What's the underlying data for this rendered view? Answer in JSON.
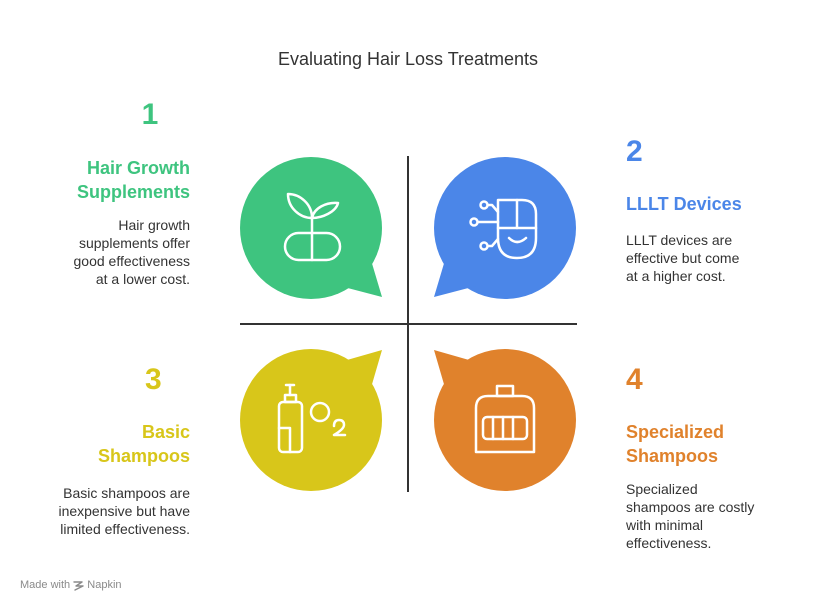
{
  "title": "Evaluating Hair Loss Treatments",
  "quadrants": [
    {
      "number": "1",
      "heading_line1": "Hair Growth",
      "heading_line2": "Supplements",
      "desc_lines": [
        "Hair growth",
        "supplements offer",
        "good effectiveness",
        "at a lower cost."
      ],
      "color": "#3ec47f",
      "icon": "plant-capsule-icon"
    },
    {
      "number": "2",
      "heading_line1": "LLLT Devices",
      "heading_line2": "",
      "desc_lines": [
        "LLLT devices are",
        "effective but come",
        "at a higher cost."
      ],
      "color": "#4b86e8",
      "icon": "laser-helmet-icon"
    },
    {
      "number": "3",
      "heading_line1": "Basic",
      "heading_line2": "Shampoos",
      "desc_lines": [
        "Basic shampoos are",
        "inexpensive but have",
        "limited effectiveness."
      ],
      "color": "#d8c61a",
      "icon": "shampoo-bottle-oxygen-icon"
    },
    {
      "number": "4",
      "heading_line1": "Specialized",
      "heading_line2": "Shampoos",
      "desc_lines": [
        "Specialized",
        "shampoos are costly",
        "with minimal",
        "effectiveness."
      ],
      "color": "#e0822c",
      "icon": "specialized-shampoo-icon"
    }
  ],
  "footer": {
    "made_with": "Made with",
    "brand": "Napkin"
  }
}
